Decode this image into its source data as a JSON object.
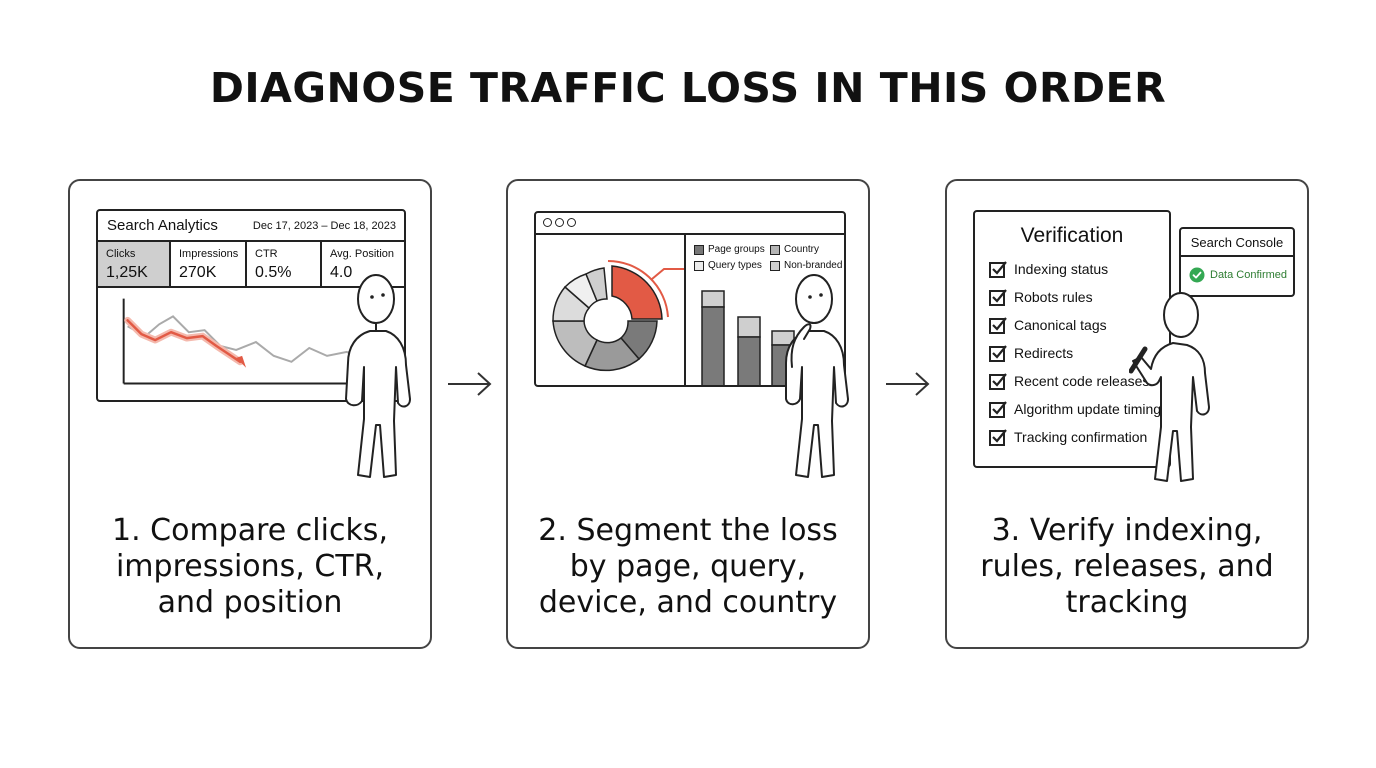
{
  "title": "DIAGNOSE TRAFFIC LOSS IN THIS ORDER",
  "colors": {
    "accent": "#e25a45",
    "success": "#34a853",
    "ink": "#222222"
  },
  "steps": [
    {
      "caption_lines": [
        "1. Compare clicks,",
        "impressions, CTR,",
        "and position"
      ],
      "panel": {
        "title": "Search Analytics",
        "date_range": "Dec 17, 2023 – Dec 18, 2023",
        "metrics": [
          {
            "label": "Clicks",
            "value": "1,25K"
          },
          {
            "label": "Impressions",
            "value": "270K"
          },
          {
            "label": "CTR",
            "value": "0.5%"
          },
          {
            "label": "Avg. Position",
            "value": "4.0"
          }
        ]
      }
    },
    {
      "caption_lines": [
        "2. Segment the loss",
        "by page, query,",
        "device, and country"
      ],
      "panel": {
        "legend": [
          {
            "label": "Page groups",
            "color": "#777777"
          },
          {
            "label": "Country",
            "color": "#b5b5b5"
          },
          {
            "label": "Query types",
            "color": "#ececec"
          },
          {
            "label": "Non-branded",
            "color": "#d0d0d0"
          }
        ]
      }
    },
    {
      "caption_lines": [
        "3. Verify indexing,",
        "rules, releases, and",
        "tracking"
      ],
      "panel": {
        "title": "Verification",
        "items": [
          "Indexing status",
          "Robots rules",
          "Canonical tags",
          "Redirects",
          "Recent code releases",
          "Algorithm update timing",
          "Tracking confirmation"
        ],
        "side_title": "Search Console",
        "side_status": "Data Confirmed"
      }
    }
  ],
  "icons": {
    "arrow": "arrow-right-icon",
    "check": "checkbox-checked-icon",
    "confirm": "check-circle-icon"
  }
}
